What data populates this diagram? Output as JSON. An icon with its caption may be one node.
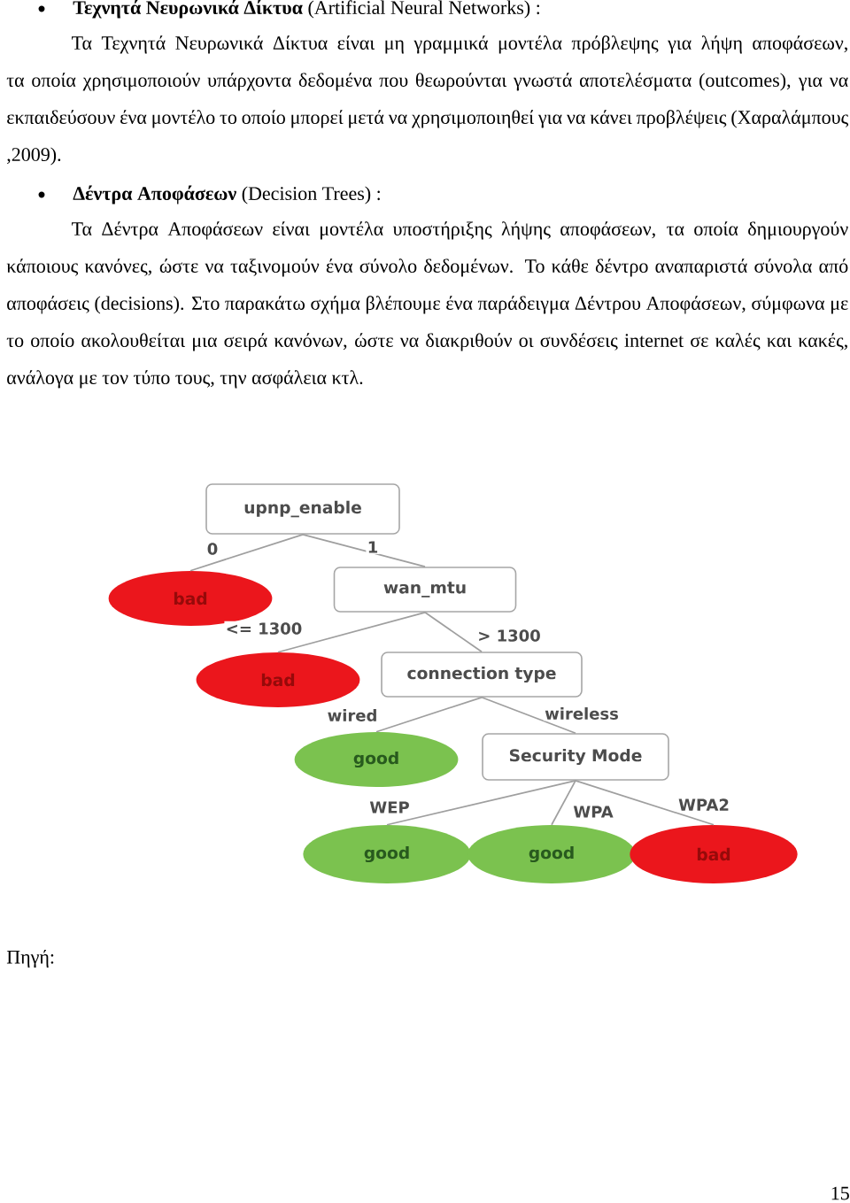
{
  "diagram": {
    "nodes": [
      {
        "text": [
          "upnp_enable"
        ]
      },
      {
        "text": [
          "bad"
        ]
      },
      {
        "text": [
          "wan_mtu"
        ]
      },
      {
        "text": [
          "bad"
        ]
      },
      {
        "text": [
          "connection type"
        ]
      },
      {
        "text": [
          "good"
        ]
      },
      {
        "text": [
          "Security Mode"
        ]
      },
      {
        "text": [
          "good"
        ]
      },
      {
        "text": [
          "good"
        ]
      },
      {
        "text": [
          "bad"
        ]
      }
    ],
    "edges": [
      {
        "from": 0,
        "to": 1,
        "arrow": "none",
        "label": "0"
      },
      {
        "from": 0,
        "to": 2,
        "arrow": "none",
        "label": "1"
      },
      {
        "from": 2,
        "to": 3,
        "arrow": "none",
        "label": "<= 1300"
      },
      {
        "from": 2,
        "to": 4,
        "arrow": "none",
        "label": "> 1300"
      },
      {
        "from": 4,
        "to": 5,
        "arrow": "none",
        "label": "wired"
      },
      {
        "from": 4,
        "to": 6,
        "arrow": "none",
        "label": "wireless"
      },
      {
        "from": 6,
        "to": 7,
        "arrow": "none",
        "label": "WEP"
      },
      {
        "from": 6,
        "to": 8,
        "arrow": "none",
        "label": "WPA"
      },
      {
        "from": 6,
        "to": 9,
        "arrow": "none",
        "label": "WPA2"
      }
    ],
    "labels": [
      "**Τεχνητά Νευρωνικά Δίκτυα** (Artificial Neural Networks) :",
      "Τα Τεχνητά Νευρωνικά Δίκτυα είναι μη γραμμικά μοντέλα πρόβλεψης για λήψη αποφάσεων, τα οποία χρησιμοποιούν υπάρχοντα δεδομένα που θεωρούνται γνωστά αποτελέσματα (outcomes), για να εκπαιδεύσουν ένα μοντέλο το οποίο μπορεί μετά να χρησιμοποιηθεί για να κάνει προβλέψεις (Χαραλάμπους ,2009).",
      "**Δέντρα Αποφάσεων** (Decision Trees) :",
      "Τα Δέντρα Αποφάσεων είναι μοντέλα υποστήριξης λήψης αποφάσεων, τα οποία δημιουργούν κάποιους κανόνες, ώστε να ταξινομούν ένα σύνολο δεδομένων. Το κάθε δέντρο αναπαριστά σύνολα από αποφάσεις (decisions). Στο παρακάτω σχήμα βλέπουμε ένα παράδειγμα Δέντρου Αποφάσεων, σύμφωνα με το οποίο ακολουθείται μια σειρά κανόνων, ώστε να διακριθούν οι συνδέσεις internet σε καλές και κακές, ανάλογα με τον τύπο τους, την ασφάλεια κτλ.",
      "Πηγή:",
      "15"
    ]
  }
}
